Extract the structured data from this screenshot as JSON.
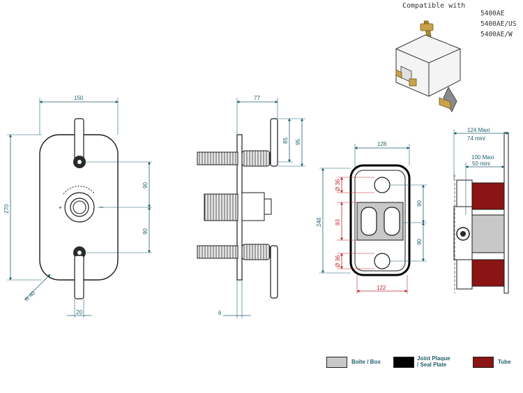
{
  "compatible": {
    "title": "Compatible with",
    "models": [
      "5400AE",
      "5400AE/US",
      "5400AE/W"
    ]
  },
  "front_view": {
    "width": "150",
    "height": "270",
    "spacing_top": "90",
    "spacing_bottom": "90",
    "radius": "R 40",
    "handle_width": "20"
  },
  "side_view": {
    "depth": "77",
    "dim_85": "85",
    "dim_95": "95",
    "plate": "6"
  },
  "box_view": {
    "top_width": "128",
    "bottom_width": "122",
    "height": "248",
    "hole_top": "Ø 36",
    "hole_bottom": "Ø 36",
    "center_dim": "93",
    "right_top": "90",
    "right_bottom": "90"
  },
  "section_view": {
    "depth_max": "124 Maxi",
    "depth_min": "74 mini",
    "inner_max": "100 Maxi",
    "inner_min": "50 mini"
  },
  "legend": {
    "items": [
      {
        "label": "Boîte / Box",
        "color": "#c8c8c8"
      },
      {
        "label": "Joint Plaque / Seal Plate",
        "line1": "Joint Plaque",
        "line2": "/ Seal Plate",
        "color": "#000000"
      },
      {
        "label": "Tube",
        "color": "#8b1414"
      }
    ]
  },
  "colors": {
    "dimension": "#1f5f6f",
    "hole_dimension": "#c0262c",
    "outline": "#1a1a1a"
  }
}
